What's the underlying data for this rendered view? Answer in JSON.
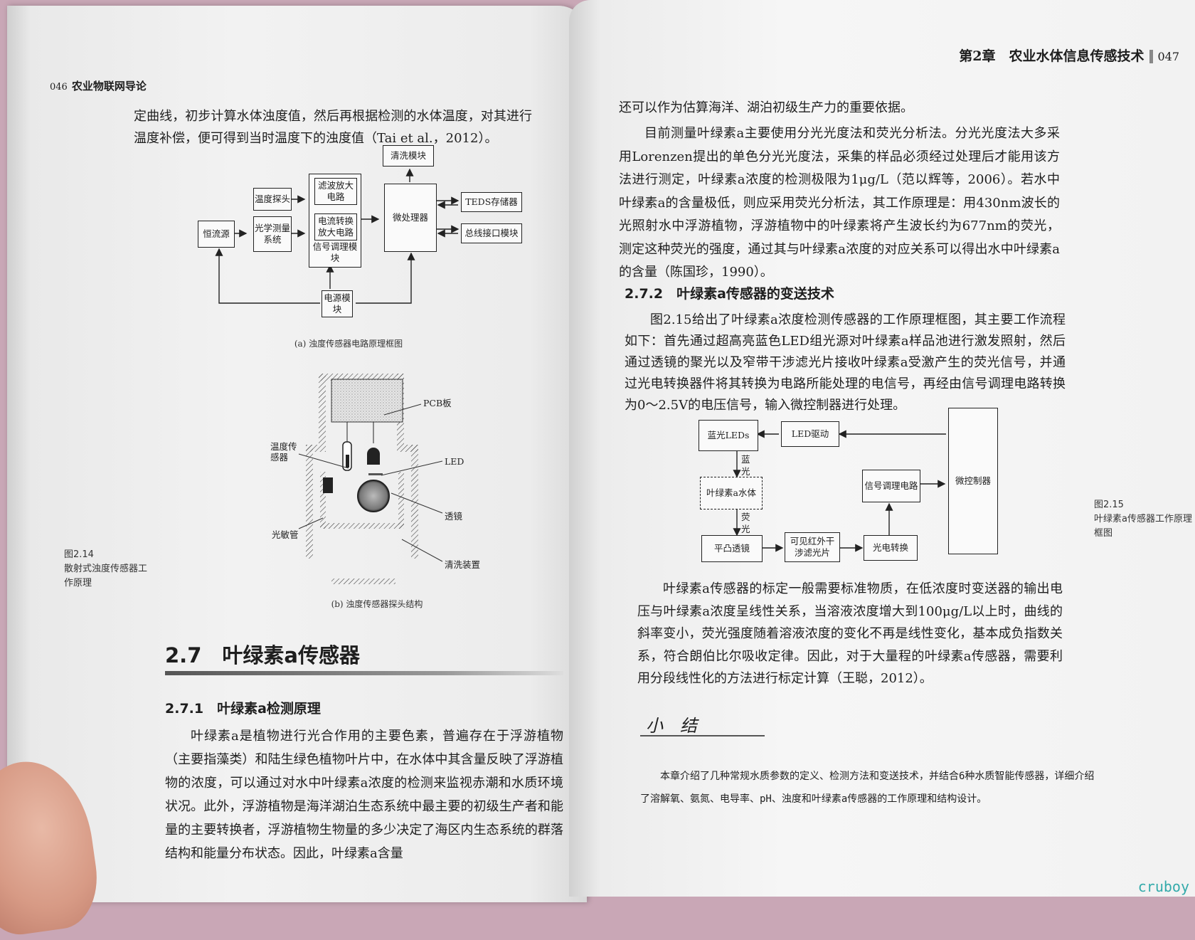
{
  "left_page": {
    "page_number": "046",
    "running_title": "农业物联网导论",
    "intro_paragraph": "定曲线，初步计算水体浊度值，然后再根据检测的水体温度，对其进行温度补偿，便可得到当时温度下的浊度值（Tai et al.，2012）。",
    "figure_a": {
      "boxes": {
        "wash_module": "清洗模块",
        "temp_probe": "温度探头",
        "filter_amp": "滤波放大电路",
        "current_conv": "电流转换放大电路",
        "signal_module": "信号调理模块",
        "optical_system": "光学测量系统",
        "constant_source": "恒流源",
        "microprocessor": "微处理器",
        "teds": "TEDS存储器",
        "bus_interface": "总线接口模块",
        "power_module": "电源模块"
      },
      "caption": "(a) 浊度传感器电路原理框图"
    },
    "figure_b": {
      "labels": {
        "pcb": "PCB板",
        "temp_sensor": "温度传感器",
        "led": "LED",
        "photo_tube": "光敏管",
        "lens": "透镜",
        "wash_device": "清洗装置"
      },
      "caption": "(b) 浊度传感器探头结构"
    },
    "figure_side_caption": {
      "number": "图2.14",
      "text": "散射式浊度传感器工作原理"
    },
    "section_title": "2.7　叶绿素a传感器",
    "subsection_title": "2.7.1　叶绿素a检测原理",
    "body_paragraph": "叶绿素a是植物进行光合作用的主要色素，普遍存在于浮游植物（主要指藻类）和陆生绿色植物叶片中，在水体中其含量反映了浮游植物的浓度，可以通过对水中叶绿素a浓度的检测来监视赤潮和水质环境状况。此外，浮游植物是海洋湖泊生态系统中最主要的初级生产者和能量的主要转换者，浮游植物生物量的多少决定了海区内生态系统的群落结构和能量分布状态。因此，叶绿素a含量"
  },
  "right_page": {
    "page_number": "047",
    "running_title": "第2章　农业水体信息传感技术",
    "para1": "还可以作为估算海洋、湖泊初级生产力的重要依据。",
    "para2": "目前测量叶绿素a主要使用分光光度法和荧光分析法。分光光度法大多采用Lorenzen提出的单色分光光度法，采集的样品必须经过处理后才能用该方法进行测定，叶绿素a浓度的检测极限为1μg/L（范以辉等，2006）。若水中叶绿素a的含量极低，则应采用荧光分析法，其工作原理是：用430nm波长的光照射水中浮游植物，浮游植物中的叶绿素将产生波长约为677nm的荧光，测定这种荧光的强度，通过其与叶绿素a浓度的对应关系可以得出水中叶绿素a的含量（陈国珍，1990）。",
    "subsection_title": "2.7.2　叶绿素a传感器的变送技术",
    "para3": "图2.15给出了叶绿素a浓度检测传感器的工作原理框图，其主要工作流程如下：首先通过超高亮蓝色LED组光源对叶绿素a样品池进行激发照射，然后通过透镜的聚光以及窄带干涉滤光片接收叶绿素a受激产生的荧光信号，并通过光电转换器件将其转换为电路所能处理的电信号，再经由信号调理电路转换为0～2.5V的电压信号，输入微控制器进行处理。",
    "figure": {
      "boxes": {
        "blue_leds": "蓝光LEDs",
        "led_driver": "LED驱动",
        "water_body": "叶绿素a水体",
        "signal_circuit": "信号调理电路",
        "microcontroller": "微控制器",
        "convex_lens": "平凸透镜",
        "filter": "可见红外干涉滤光片",
        "photo_conv": "光电转换"
      },
      "arrow_labels": {
        "blue_light": "蓝光",
        "fluorescence": "荧光"
      },
      "side_caption_number": "图2.15",
      "side_caption_text": "叶绿素a传感器工作原理框图"
    },
    "para4": "叶绿素a传感器的标定一般需要标准物质，在低浓度时变送器的输出电压与叶绿素a浓度呈线性关系，当溶液浓度增大到100μg/L以上时，曲线的斜率变小，荧光强度随着溶液浓度的变化不再是线性变化，基本成负指数关系，符合朗伯比尔吸收定律。因此，对于大量程的叶绿素a传感器，需要利用分段线性化的方法进行标定计算（王聪，2012）。",
    "summary_title": "小　结",
    "summary_text": "本章介绍了几种常规水质参数的定义、检测方法和变送技术，并结合6种水质智能传感器，详细介绍了溶解氧、氨氮、电导率、pH、浊度和叶绿素a传感器的工作原理和结构设计。"
  },
  "watermark": "cruboy"
}
